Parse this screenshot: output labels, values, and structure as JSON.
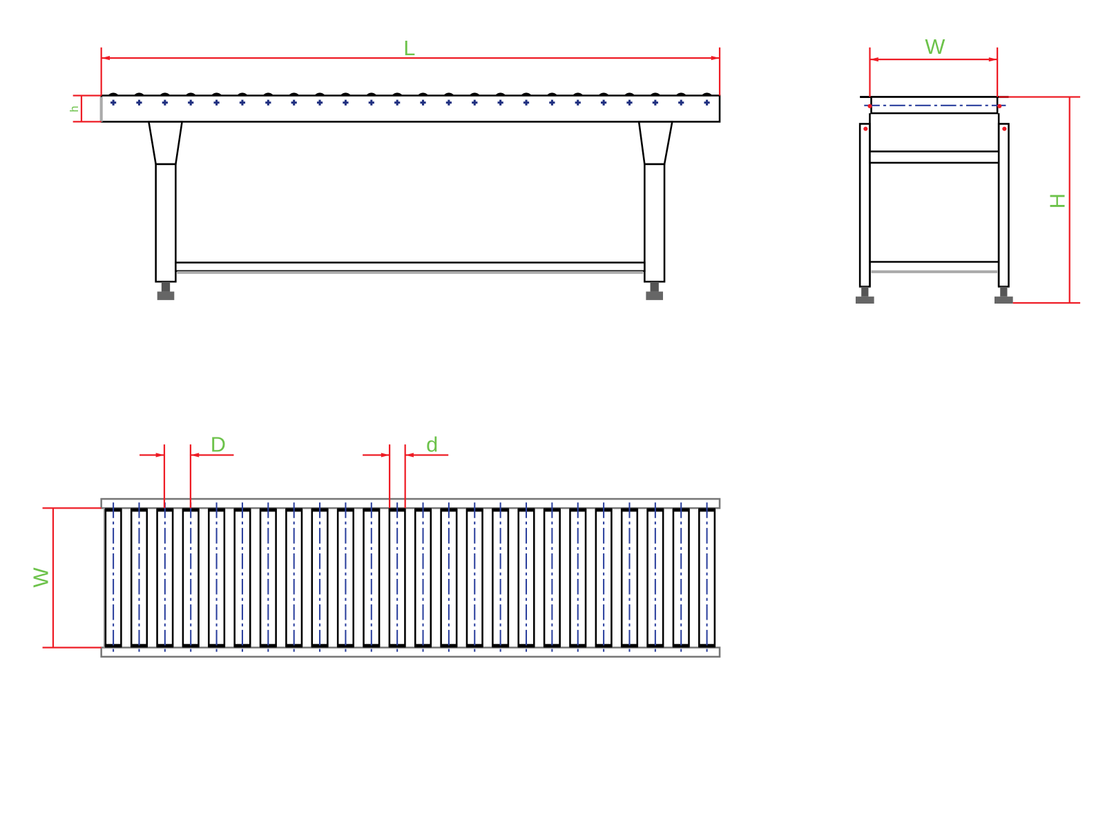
{
  "title_labels": {
    "length": "L",
    "frame_height": "h",
    "width_end_view": "W",
    "height": "H",
    "roller_diameter": "D",
    "roller_gap": "d",
    "width_plan_view": "W"
  },
  "roller_count": 24,
  "colors": {
    "dimension": "#ee1c25",
    "label": "#6cc24a",
    "centerline": "#2a3f9d",
    "outline": "#000000"
  }
}
